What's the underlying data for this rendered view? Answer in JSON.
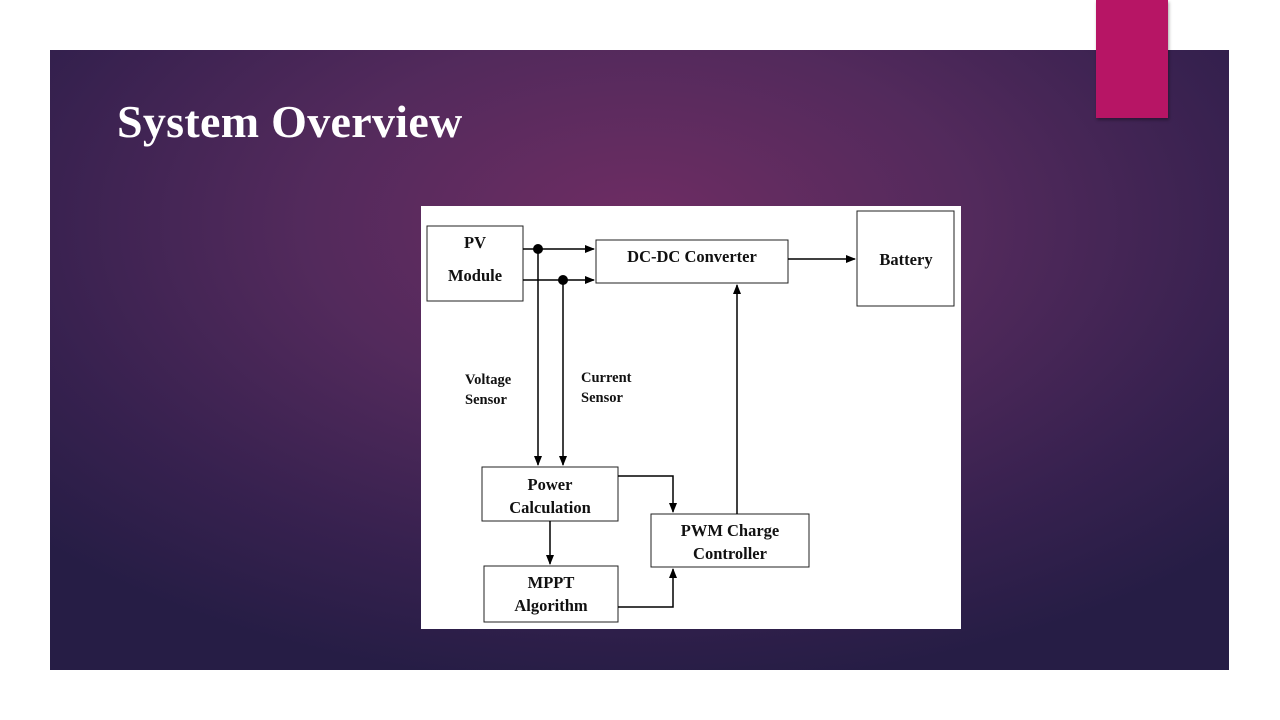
{
  "slide": {
    "title": "System Overview",
    "accent_color": "#b71565"
  },
  "diagram": {
    "pv_module": {
      "line1": "PV",
      "line2": "Module"
    },
    "dc_dc_converter": "DC-DC Converter",
    "battery": "Battery",
    "voltage_sensor": {
      "line1": "Voltage",
      "line2": "Sensor"
    },
    "current_sensor": {
      "line1": "Current",
      "line2": "Sensor"
    },
    "power_calculation": {
      "line1": "Power",
      "line2": "Calculation"
    },
    "mppt_algorithm": {
      "line1": "MPPT",
      "line2": "Algorithm"
    },
    "pwm_charge_controller": {
      "line1": "PWM Charge",
      "line2": "Controller"
    }
  }
}
